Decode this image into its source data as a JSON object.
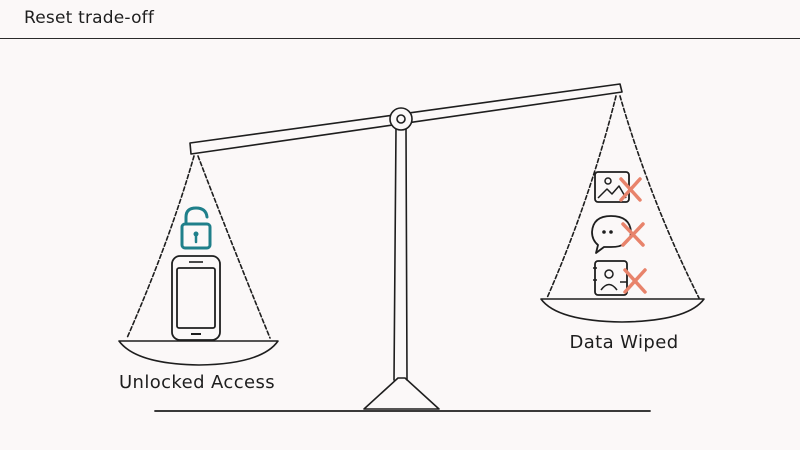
{
  "header": {
    "title": "Reset trade-off"
  },
  "scale": {
    "left_pan": {
      "label": "Unlocked Access",
      "icons": [
        "unlocked-padlock-icon",
        "smartphone-icon"
      ]
    },
    "right_pan": {
      "label": "Data Wiped",
      "icons": [
        "photo-deleted-icon",
        "message-deleted-icon",
        "contact-deleted-icon"
      ]
    }
  },
  "colors": {
    "accent_teal": "#1f7f8a",
    "delete_red": "#e8836b",
    "ink": "#1e1e1e"
  }
}
